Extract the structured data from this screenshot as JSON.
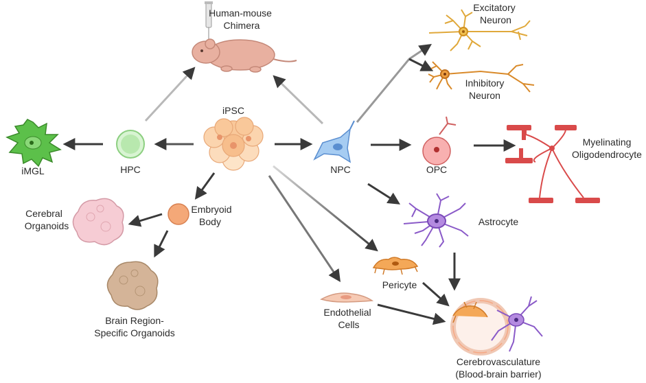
{
  "nodes": {
    "ipsc": "iPSC",
    "human_mouse": [
      "Human-mouse",
      "Chimera"
    ],
    "excitatory": [
      "Excitatory",
      "Neuron"
    ],
    "inhibitory": [
      "Inhibitory",
      "Neuron"
    ],
    "imgl": "iMGL",
    "hpc": "HPC",
    "npc": "NPC",
    "opc": "OPC",
    "myelinating": [
      "Myelinating",
      "Oligodendrocyte"
    ],
    "embryoid": [
      "Embryoid",
      "Body"
    ],
    "cerebral_organoids": [
      "Cerebral",
      "Organoids"
    ],
    "astrocyte": "Astrocyte",
    "pericyte": "Pericyte",
    "endothelial": [
      "Endothelial",
      "Cells"
    ],
    "brain_region": [
      "Brain Region-",
      "Specific Organoids"
    ],
    "bbb": [
      "Cerebrovasculature",
      "(Blood-brain barrier)"
    ]
  },
  "colors": {
    "arrow": "#3a3a3a",
    "neuron": "#e0a83a",
    "inhibitory": "#d98a2a",
    "npc": "#7aaee8",
    "opc": "#e07878",
    "myelin": "#d94a4a",
    "astrocyte": "#9a6ad0",
    "pericyte": "#f0a050",
    "endothelial": "#f2c8b0",
    "microglia": "#4caf3a",
    "hpc": "#a8e0a0",
    "ipsc": "#f5c89a",
    "embryoid": "#f0a070",
    "cerebral_organoid": "#f4c4cc",
    "region_organoid": "#c8a888",
    "mouse": "#e8b0a0"
  }
}
